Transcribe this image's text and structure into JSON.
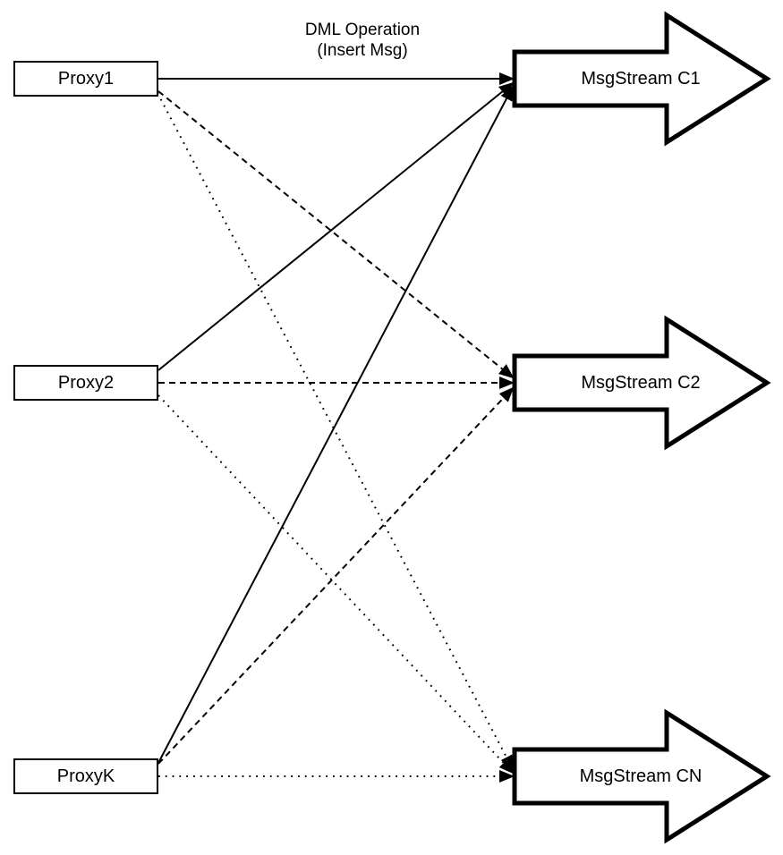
{
  "diagram": {
    "background_color": "#ffffff",
    "stroke_color": "#000000",
    "edge_label": {
      "line1": "DML Operation",
      "line2": "(Insert Msg)"
    },
    "proxies": [
      {
        "label": "Proxy1"
      },
      {
        "label": "Proxy2"
      },
      {
        "label": "ProxyK"
      }
    ],
    "streams": [
      {
        "label": "MsgStream C1"
      },
      {
        "label": "MsgStream C2"
      },
      {
        "label": "MsgStream CN"
      }
    ],
    "edges": [
      {
        "from": "Proxy1",
        "to": "MsgStream C1",
        "style": "solid",
        "label": "DML Operation (Insert Msg)"
      },
      {
        "from": "Proxy2",
        "to": "MsgStream C1",
        "style": "solid",
        "label": ""
      },
      {
        "from": "ProxyK",
        "to": "MsgStream C1",
        "style": "solid",
        "label": ""
      },
      {
        "from": "Proxy1",
        "to": "MsgStream C2",
        "style": "dashed",
        "label": ""
      },
      {
        "from": "Proxy2",
        "to": "MsgStream C2",
        "style": "dashed",
        "label": ""
      },
      {
        "from": "ProxyK",
        "to": "MsgStream C2",
        "style": "dashed",
        "label": ""
      },
      {
        "from": "Proxy1",
        "to": "MsgStream CN",
        "style": "dotted",
        "label": ""
      },
      {
        "from": "Proxy2",
        "to": "MsgStream CN",
        "style": "dotted",
        "label": ""
      },
      {
        "from": "ProxyK",
        "to": "MsgStream CN",
        "style": "dotted",
        "label": ""
      }
    ]
  }
}
